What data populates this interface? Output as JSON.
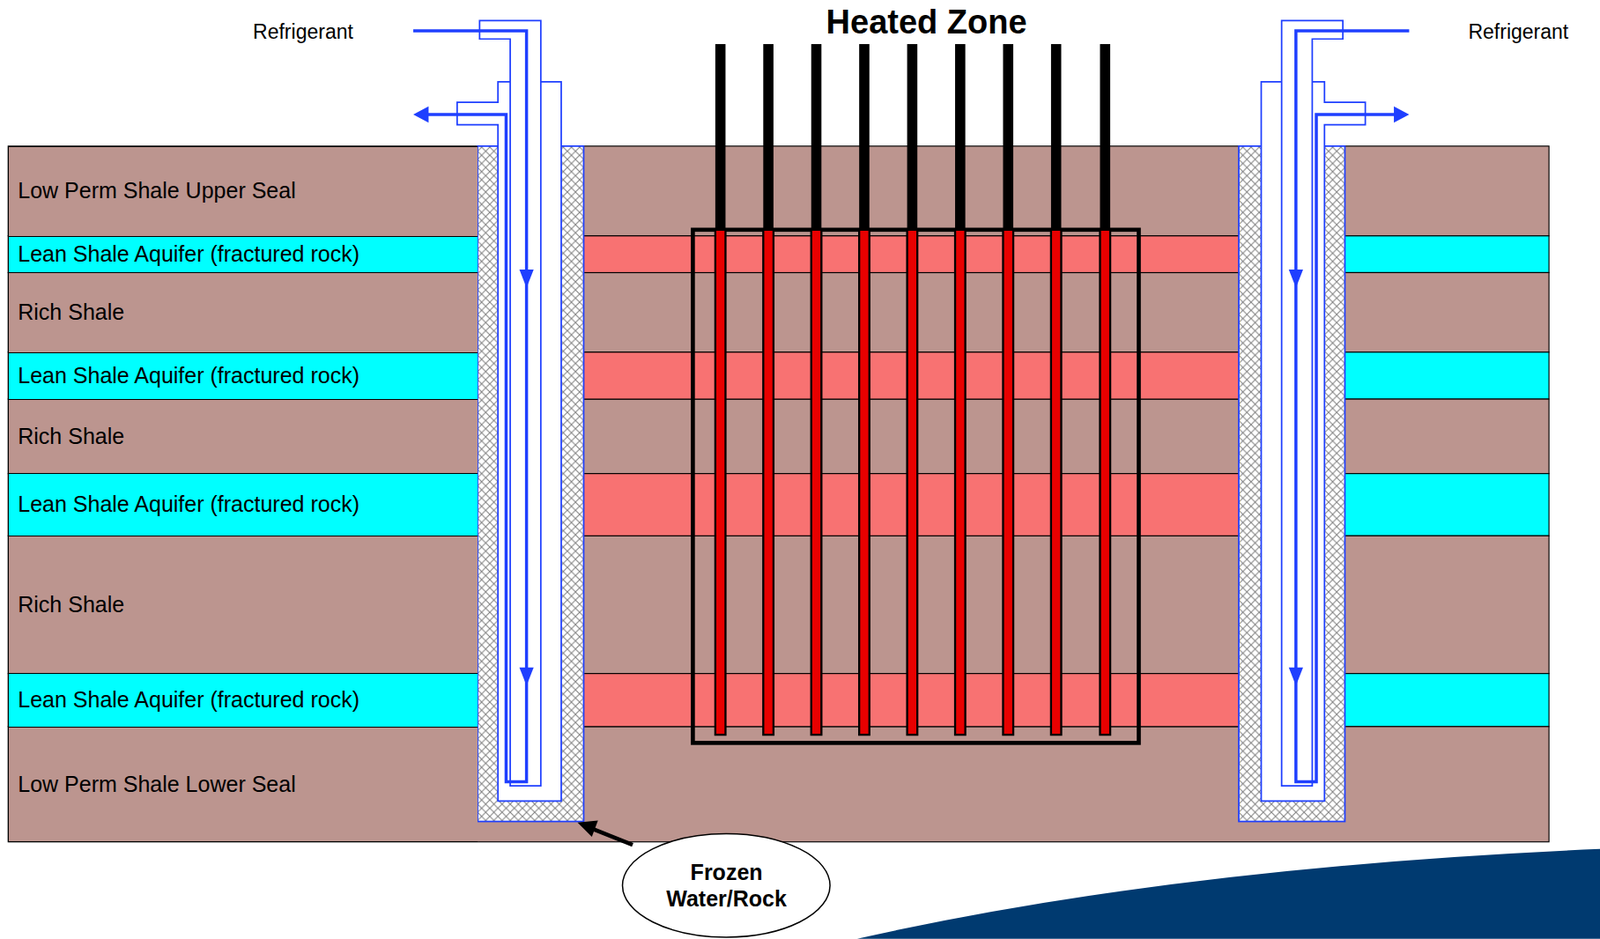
{
  "diagram": {
    "nodes": [
      {
        "text": [
          "Low Perm Shale Upper Seal"
        ]
      },
      {
        "text": [
          "Lean Shale Aquifer (fractured rock)"
        ]
      },
      {
        "text": [
          "Rich Shale"
        ]
      },
      {
        "text": [
          "Lean Shale Aquifer (fractured rock)"
        ]
      },
      {
        "text": [
          "Rich Shale"
        ]
      },
      {
        "text": [
          "Lean Shale Aquifer (fractured rock)"
        ]
      },
      {
        "text": [
          "Rich Shale"
        ]
      },
      {
        "text": [
          "Lean Shale Aquifer (fractured rock)"
        ]
      },
      {
        "text": [
          "Low Perm Shale Lower Seal"
        ]
      },
      {
        "text": [
          "Frozen Water/Rock"
        ]
      }
    ],
    "labels": [
      "Refrigerant",
      "Heated Zone",
      "Refrigerant"
    ]
  }
}
